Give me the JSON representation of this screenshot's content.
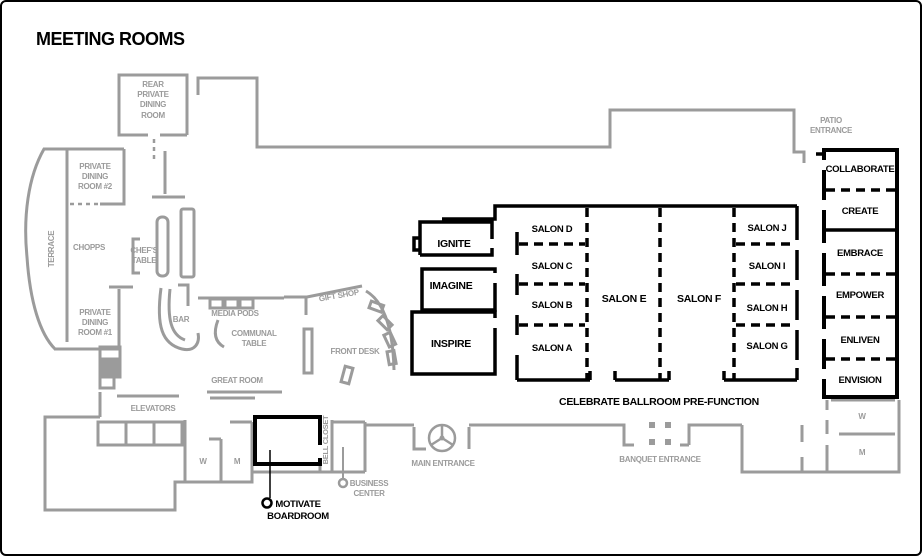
{
  "title": "MEETING ROOMS",
  "colors": {
    "wall_gray": "#9b9b9b",
    "wall_black": "#000000",
    "background": "#ffffff"
  },
  "areas": {
    "rear_private_dining": "REAR\nPRIVATE\nDINING\nROOM",
    "private_dining_2": "PRIVATE\nDINING\nROOM #2",
    "terrace": "TERRACE",
    "chopps": "CHOPPS",
    "chefs_table": "CHEF'S\nTABLE",
    "private_dining_1": "PRIVATE\nDINING\nROOM #1",
    "bar": "BAR",
    "media_pods": "MEDIA PODS",
    "communal_table": "COMMUNAL\nTABLE",
    "great_room": "GREAT ROOM",
    "gift_shop": "GIFT SHOP",
    "front_desk": "FRONT DESK",
    "elevators": "ELEVATORS",
    "restroom_w_lobby": "W",
    "restroom_m_lobby": "M",
    "bell_closet": "BELL CLOSET",
    "business_center": "BUSINESS\nCENTER",
    "main_entrance": "MAIN ENTRANCE",
    "banquet_entrance": "BANQUET ENTRANCE",
    "patio_entrance": "PATIO\nENTRANCE",
    "restroom_w_ballroom": "W",
    "restroom_m_ballroom": "M"
  },
  "meeting_rooms": {
    "ignite": "IGNITE",
    "imagine": "IMAGINE",
    "inspire": "INSPIRE",
    "salon_a": "SALON A",
    "salon_b": "SALON B",
    "salon_c": "SALON C",
    "salon_d": "SALON D",
    "salon_e": "SALON E",
    "salon_f": "SALON F",
    "salon_g": "SALON G",
    "salon_h": "SALON H",
    "salon_i": "SALON I",
    "salon_j": "SALON J",
    "collaborate": "COLLABORATE",
    "create": "CREATE",
    "embrace": "EMBRACE",
    "empower": "EMPOWER",
    "enliven": "ENLIVEN",
    "envision": "ENVISION",
    "motivate_boardroom": "MOTIVATE\nBOARDROOM",
    "prefunction": "CELEBRATE BALLROOM PRE-FUNCTION"
  }
}
